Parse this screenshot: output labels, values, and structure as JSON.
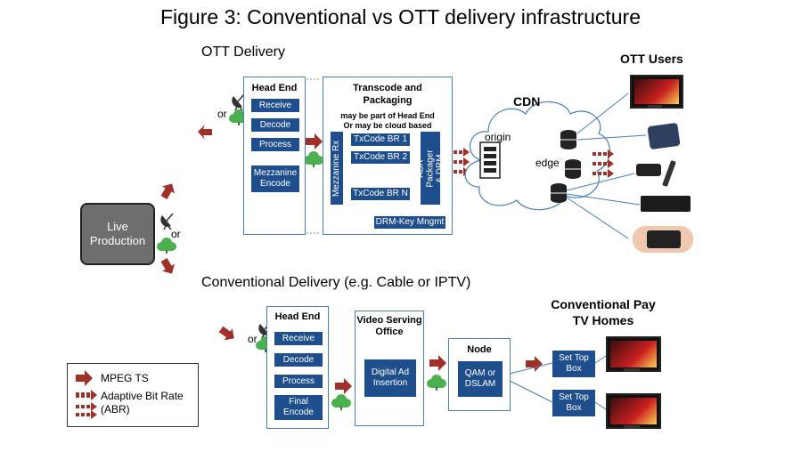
{
  "title": "Figure 3:  Conventional vs OTT delivery infrastructure",
  "sections": {
    "ott": "OTT Delivery",
    "conventional": "Conventional Delivery (e.g. Cable or IPTV)"
  },
  "live_production": "Live Production",
  "or": "or",
  "ott_headend": {
    "title": "Head End",
    "steps": [
      "Receive",
      "Decode",
      "Process",
      "Mezzanine Encode"
    ]
  },
  "transcode": {
    "title": "Transcode and Packaging",
    "note1": "may be part of Head End",
    "note2": "Or may be cloud based",
    "mezzanine_rx": "Mezzanine Rx",
    "txcodes": [
      "TxCode BR 1",
      "TxCode BR 2",
      "TxCode BR N"
    ],
    "packager": "ABR Packager & DRM",
    "drm": "DRM-Key Mngmt"
  },
  "cdn": {
    "title": "CDN",
    "origin": "origin",
    "edge": "edge"
  },
  "ott_users": "OTT Users",
  "conv_headend": {
    "title": "Head End",
    "steps": [
      "Receive",
      "Decode",
      "Process",
      "Final Encode"
    ]
  },
  "vso": {
    "title": "Video Serving Office",
    "insertion": "Digital Ad Insertion"
  },
  "node": {
    "title": "Node",
    "qam": "QAM or DSLAM"
  },
  "conv_homes": "Conventional Pay TV Homes",
  "set_top_box": "Set Top Box",
  "legend": {
    "mpeg": "MPEG TS",
    "abr": "Adaptive Bit Rate (ABR)"
  },
  "colors": {
    "dark_blue": "#1f4e8c",
    "border_blue": "#4a7fb5",
    "arrow_red": "#a0302a",
    "cloud_green": "#4caf50"
  }
}
